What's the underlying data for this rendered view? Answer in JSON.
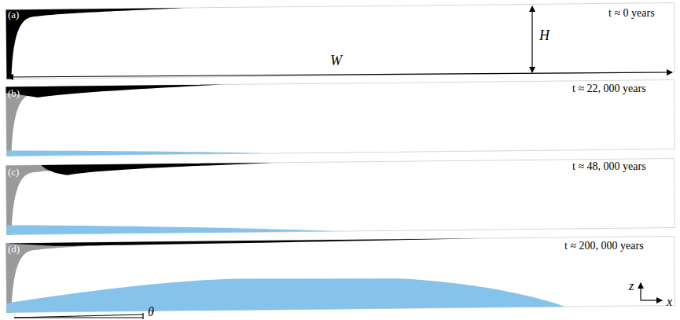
{
  "diagram": {
    "labels": [
      "(a)",
      "t ≈ 0 years",
      "H",
      "W",
      "(b)",
      "t ≈ 22, 000 years",
      "(c)",
      "t ≈ 48, 000 years",
      "(d)",
      "t ≈ 200, 000 years",
      "z",
      "x",
      "θ"
    ]
  }
}
